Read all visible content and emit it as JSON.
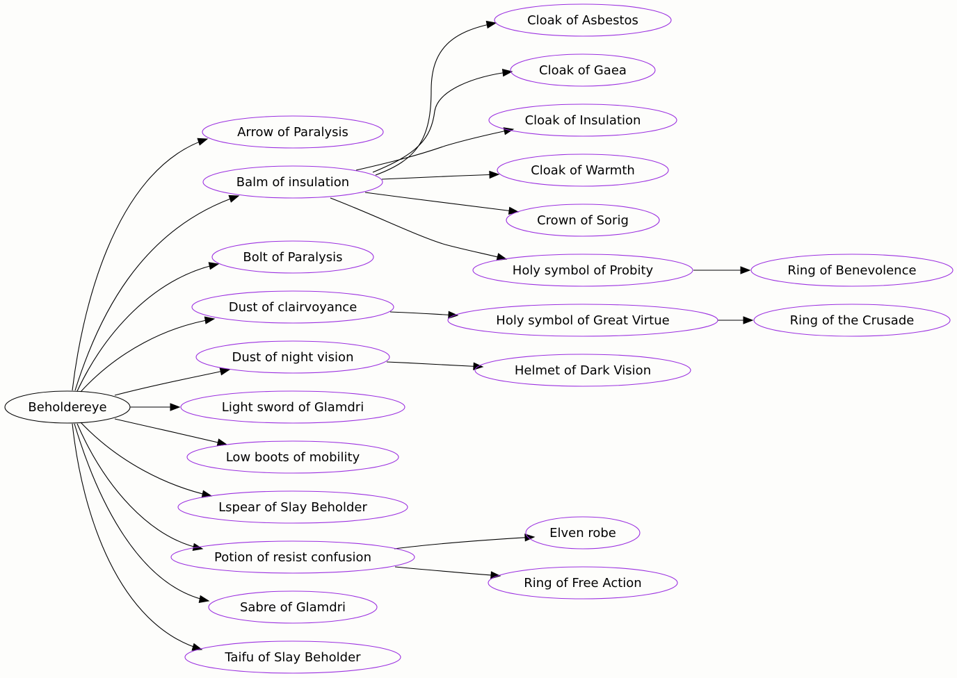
{
  "diagram": {
    "root_color": "#000000",
    "node_color": "#9a2ee0",
    "edge_color": "#000000",
    "nodes": [
      {
        "id": "beholdereye",
        "label": "Beholdereye",
        "root": true
      },
      {
        "id": "arrow-of-paralysis",
        "label": "Arrow of Paralysis"
      },
      {
        "id": "balm-of-insulation",
        "label": "Balm of insulation"
      },
      {
        "id": "bolt-of-paralysis",
        "label": "Bolt of Paralysis"
      },
      {
        "id": "dust-of-clairvoyance",
        "label": "Dust of clairvoyance"
      },
      {
        "id": "dust-of-night-vision",
        "label": "Dust of night vision"
      },
      {
        "id": "light-sword-of-glamdri",
        "label": "Light sword of Glamdri"
      },
      {
        "id": "low-boots-of-mobility",
        "label": "Low boots of mobility"
      },
      {
        "id": "lspear-of-slay-beholder",
        "label": "Lspear of Slay Beholder"
      },
      {
        "id": "potion-of-resist-confusion",
        "label": "Potion of resist confusion"
      },
      {
        "id": "sabre-of-glamdri",
        "label": "Sabre of Glamdri"
      },
      {
        "id": "taifu-of-slay-beholder",
        "label": "Taifu of Slay Beholder"
      },
      {
        "id": "cloak-of-asbestos",
        "label": "Cloak of Asbestos"
      },
      {
        "id": "cloak-of-gaea",
        "label": "Cloak of Gaea"
      },
      {
        "id": "cloak-of-insulation",
        "label": "Cloak of Insulation"
      },
      {
        "id": "cloak-of-warmth",
        "label": "Cloak of Warmth"
      },
      {
        "id": "crown-of-sorig",
        "label": "Crown of Sorig"
      },
      {
        "id": "holy-symbol-of-probity",
        "label": "Holy symbol of Probity"
      },
      {
        "id": "holy-symbol-of-great-virtue",
        "label": "Holy symbol of Great Virtue"
      },
      {
        "id": "helmet-of-dark-vision",
        "label": "Helmet of Dark Vision"
      },
      {
        "id": "elven-robe",
        "label": "Elven robe"
      },
      {
        "id": "ring-of-free-action",
        "label": "Ring of Free Action"
      },
      {
        "id": "ring-of-benevolence",
        "label": "Ring of Benevolence"
      },
      {
        "id": "ring-of-the-crusade",
        "label": "Ring of the Crusade"
      }
    ],
    "edges": [
      {
        "from": "beholdereye",
        "to": "arrow-of-paralysis"
      },
      {
        "from": "beholdereye",
        "to": "balm-of-insulation"
      },
      {
        "from": "beholdereye",
        "to": "bolt-of-paralysis"
      },
      {
        "from": "beholdereye",
        "to": "dust-of-clairvoyance"
      },
      {
        "from": "beholdereye",
        "to": "dust-of-night-vision"
      },
      {
        "from": "beholdereye",
        "to": "light-sword-of-glamdri"
      },
      {
        "from": "beholdereye",
        "to": "low-boots-of-mobility"
      },
      {
        "from": "beholdereye",
        "to": "lspear-of-slay-beholder"
      },
      {
        "from": "beholdereye",
        "to": "potion-of-resist-confusion"
      },
      {
        "from": "beholdereye",
        "to": "sabre-of-glamdri"
      },
      {
        "from": "beholdereye",
        "to": "taifu-of-slay-beholder"
      },
      {
        "from": "balm-of-insulation",
        "to": "cloak-of-asbestos"
      },
      {
        "from": "balm-of-insulation",
        "to": "cloak-of-gaea"
      },
      {
        "from": "balm-of-insulation",
        "to": "cloak-of-insulation"
      },
      {
        "from": "balm-of-insulation",
        "to": "cloak-of-warmth"
      },
      {
        "from": "balm-of-insulation",
        "to": "crown-of-sorig"
      },
      {
        "from": "balm-of-insulation",
        "to": "holy-symbol-of-probity"
      },
      {
        "from": "dust-of-clairvoyance",
        "to": "holy-symbol-of-great-virtue"
      },
      {
        "from": "dust-of-night-vision",
        "to": "helmet-of-dark-vision"
      },
      {
        "from": "potion-of-resist-confusion",
        "to": "elven-robe"
      },
      {
        "from": "potion-of-resist-confusion",
        "to": "ring-of-free-action"
      },
      {
        "from": "holy-symbol-of-probity",
        "to": "ring-of-benevolence"
      },
      {
        "from": "holy-symbol-of-great-virtue",
        "to": "ring-of-the-crusade"
      }
    ]
  }
}
